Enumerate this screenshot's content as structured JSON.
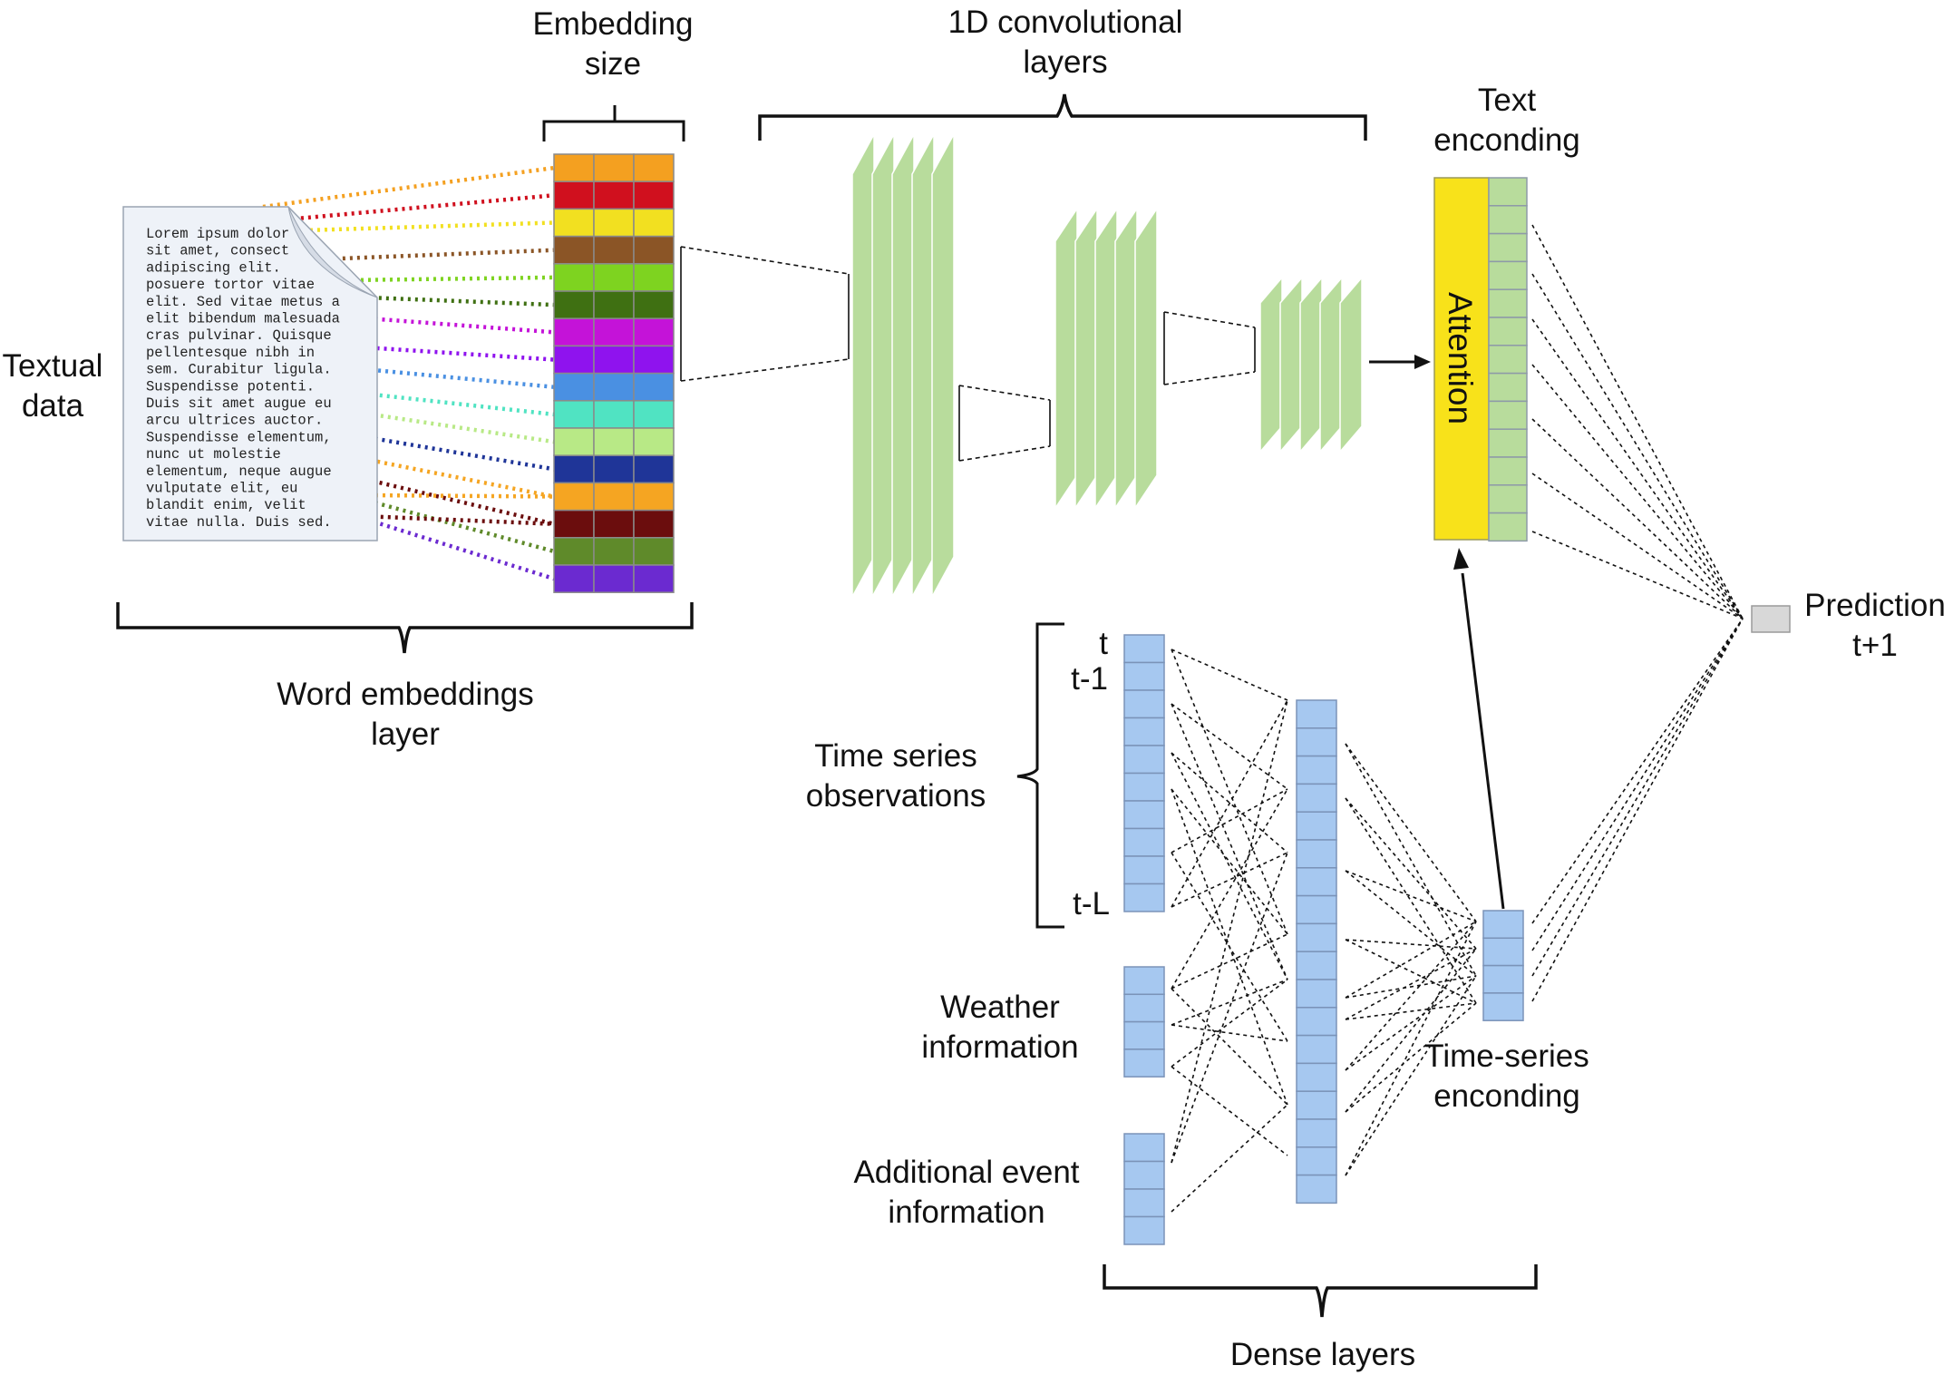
{
  "labels": {
    "embedding_size": [
      "Embedding",
      "size"
    ],
    "conv_layers": [
      "1D convolutional",
      "layers"
    ],
    "text_encoding": [
      "Text",
      "enconding"
    ],
    "textual_data": [
      "Textual",
      "data"
    ],
    "word_embeddings": [
      "Word embeddings",
      "layer"
    ],
    "attention": "Attention",
    "prediction": [
      "Prediction",
      "t+1"
    ],
    "time_series_obs": [
      "Time series",
      "observations"
    ],
    "t": "t",
    "t_minus_1": "t-1",
    "t_minus_L": "t-L",
    "weather": [
      "Weather",
      "information"
    ],
    "additional_event": [
      "Additional event",
      "information"
    ],
    "time_series_encoding": [
      "Time-series",
      "enconding"
    ],
    "dense_layers": "Dense layers"
  },
  "document_text": [
    "Lorem ipsum dolor",
    "sit amet, consect",
    "adipiscing elit.",
    "posuere  tortor  vitae",
    "elit. Sed vitae metus a",
    "elit bibendum malesuada",
    "cras pulvinar. Quisque",
    "pellentesque  nibh  in",
    "sem. Curabitur ligula.",
    "Suspendisse  potenti.",
    "Duis sit amet augue eu",
    "arcu  ultrices  auctor.",
    "Suspendisse  elementum,",
    "nunc   ut   molestie",
    "elementum, neque augue",
    "vulputate   elit,   eu",
    "blandit   enim,  velit",
    "vitae nulla. Duis sed."
  ],
  "embedding_colors": [
    "#f4a020",
    "#d0101e",
    "#f2e020",
    "#8b5526",
    "#7ed320",
    "#3f7012",
    "#c413d8",
    "#8f13ee",
    "#4a90e2",
    "#50e3c2",
    "#b8e986",
    "#1f3598",
    "#f5a522",
    "#6b0d0d",
    "#5f8a2a",
    "#6b2ad0"
  ],
  "colors": {
    "conv_green": "#b8dc9c",
    "dense_blue": "#a6c8f0",
    "dense_border": "#7b93b8",
    "attention_yellow": "#f8e21a",
    "output_gray": "#d8d8d8"
  }
}
